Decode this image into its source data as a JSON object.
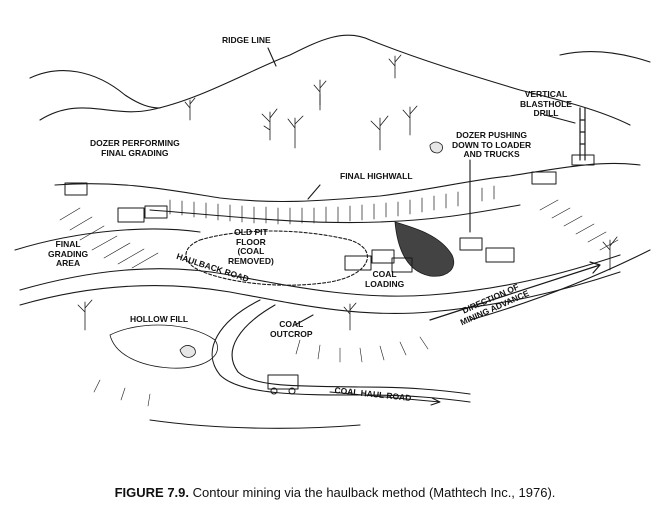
{
  "figure": {
    "caption_number": "FIGURE 7.9.",
    "caption_text": "Contour mining via the haulback method (Mathtech Inc., 1976).",
    "labels": {
      "ridge_line": "RIDGE LINE",
      "vertical_blasthole_drill_1": "VERTICAL",
      "vertical_blasthole_drill_2": "BLASTHOLE",
      "vertical_blasthole_drill_3": "DRILL",
      "dozer_final_grading_1": "DOZER PERFORMING",
      "dozer_final_grading_2": "FINAL GRADING",
      "dozer_pushing_1": "DOZER PUSHING",
      "dozer_pushing_2": "DOWN TO LOADER",
      "dozer_pushing_3": "AND TRUCKS",
      "final_highwall": "FINAL HIGHWALL",
      "old_pit_floor_1": "OLD PIT",
      "old_pit_floor_2": "FLOOR",
      "old_pit_floor_3": "(COAL",
      "old_pit_floor_4": "REMOVED)",
      "final_grading_area_1": "FINAL",
      "final_grading_area_2": "GRADING",
      "final_grading_area_3": "AREA",
      "haulback_road": "HAULBACK ROAD",
      "coal_loading_1": "COAL",
      "coal_loading_2": "LOADING",
      "direction_1": "DIRECTION OF",
      "direction_2": "MINING ADVANCE",
      "hollow_fill": "HOLLOW FILL",
      "coal_outcrop_1": "COAL",
      "coal_outcrop_2": "OUTCROP",
      "coal_haul_road": "COAL HAUL ROAD"
    }
  }
}
